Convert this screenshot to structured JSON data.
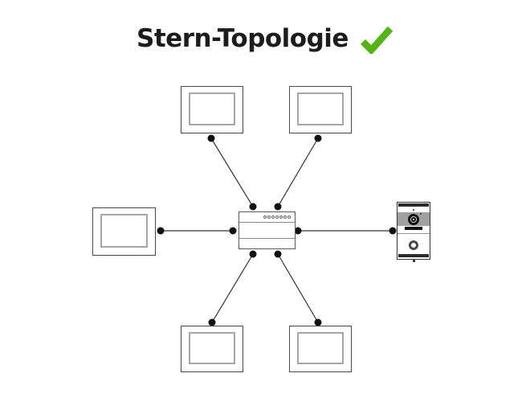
{
  "title": {
    "text": "Stern-Topologie"
  },
  "colors": {
    "accent": "#55b414",
    "ink": "#1c1c1c",
    "line": "#333333",
    "device": "#4a4a4a",
    "screen": "#a6a6a6",
    "band": "#a0a0a0"
  },
  "icons": {
    "checkmark": "check-icon",
    "camera": "camera-lens-icon",
    "doorbell_button": "doorbell-button-icon",
    "hub_leds": "led-row-icon"
  },
  "diagram": {
    "topology": "star",
    "nodes": [
      {
        "id": "hub-center",
        "type": "network-hub"
      },
      {
        "id": "monitor-top-left",
        "type": "indoor-monitor"
      },
      {
        "id": "monitor-top-right",
        "type": "indoor-monitor"
      },
      {
        "id": "monitor-left",
        "type": "indoor-monitor"
      },
      {
        "id": "monitor-bottom-left",
        "type": "indoor-monitor"
      },
      {
        "id": "monitor-bottom-right",
        "type": "indoor-monitor"
      },
      {
        "id": "door-station-right",
        "type": "video-door-station"
      }
    ],
    "edges": [
      {
        "from": "monitor-top-left",
        "to": "hub-center"
      },
      {
        "from": "monitor-top-right",
        "to": "hub-center"
      },
      {
        "from": "monitor-left",
        "to": "hub-center"
      },
      {
        "from": "door-station-right",
        "to": "hub-center"
      },
      {
        "from": "monitor-bottom-left",
        "to": "hub-center"
      },
      {
        "from": "monitor-bottom-right",
        "to": "hub-center"
      }
    ]
  }
}
